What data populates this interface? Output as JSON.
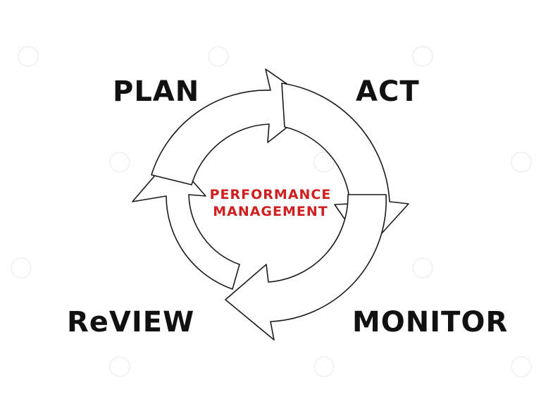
{
  "diagram": {
    "center_title": [
      "PERFORMANCE",
      "MANAGEMENT"
    ],
    "stages": {
      "top_left": "PLAN",
      "top_right": "ACT",
      "bottom_right": "MONITOR",
      "bottom_left": "ReVIEW"
    },
    "colors": {
      "center_text": "#d11f1f",
      "stage_text": "#111111",
      "outline": "#1a1a1a"
    }
  }
}
